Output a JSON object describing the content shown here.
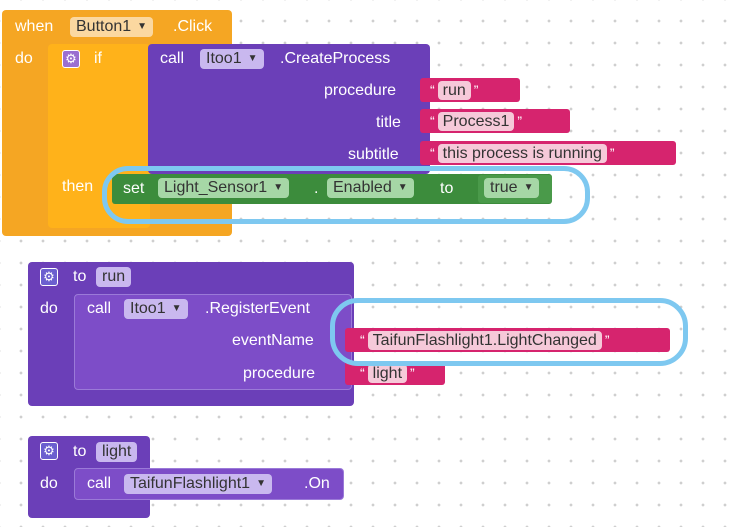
{
  "block1": {
    "when": "when",
    "button": "Button1",
    "click": ".Click",
    "do": "do",
    "if": "if",
    "then": "then",
    "call": "call",
    "itoo": "Itoo1",
    "create_process": ".CreateProcess",
    "procedure_label": "procedure",
    "title_label": "title",
    "subtitle_label": "subtitle",
    "procedure_value": "run",
    "title_value": "Process1",
    "subtitle_value": "this process is running",
    "set": "set",
    "component": "Light_Sensor1",
    "dot": ".",
    "property": "Enabled",
    "to": "to",
    "value": "true"
  },
  "block2": {
    "to": "to",
    "name": "run",
    "do": "do",
    "call": "call",
    "itoo": "Itoo1",
    "register_event": ".RegisterEvent",
    "event_label": "eventName",
    "event_value": "TaifunFlashlight1.LightChanged",
    "procedure_label": "procedure",
    "procedure_value": "light"
  },
  "block3": {
    "to": "to",
    "name": "light",
    "do": "do",
    "call": "call",
    "component": "TaifunFlashlight1",
    "method": ".On"
  },
  "colors": {
    "event": "#f5a623",
    "control": "#f5a623",
    "procedure": "#6b3fb8",
    "text": "#d6246e",
    "setter": "#3c8c3c",
    "highlight": "#7ec8f0"
  }
}
